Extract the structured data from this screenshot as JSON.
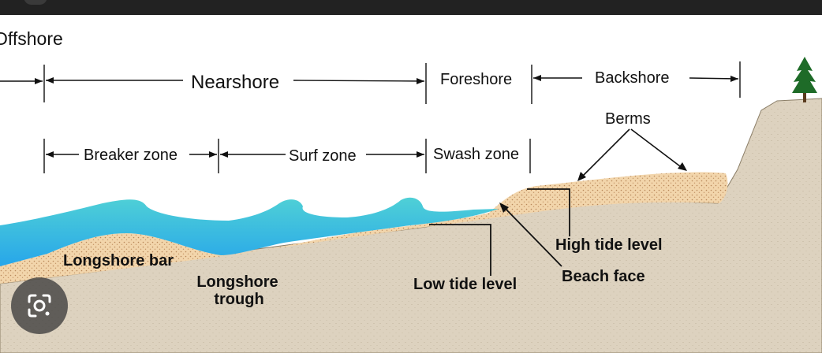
{
  "diagram": {
    "zones_top": {
      "offshore": "Offshore",
      "nearshore": "Nearshore",
      "foreshore": "Foreshore",
      "backshore": "Backshore"
    },
    "zones_mid": {
      "breaker": "Breaker zone",
      "surf": "Surf zone",
      "swash": "Swash zone"
    },
    "labels": {
      "berms": "Berms",
      "high_tide": "High tide level",
      "beach_face": "Beach face",
      "low_tide": "Low tide level",
      "longshore_bar": "Longshore bar",
      "longshore_trough_1": "Longshore",
      "longshore_trough_2": "trough"
    },
    "colors": {
      "sea_top": "#4ecbd6",
      "sea_bottom": "#29a9e8",
      "sand": "#f0d3a8",
      "land": "#dcd1bd",
      "tree": "#1e6b28"
    }
  },
  "overlay": {
    "lens_icon": "camera-lens-icon"
  }
}
